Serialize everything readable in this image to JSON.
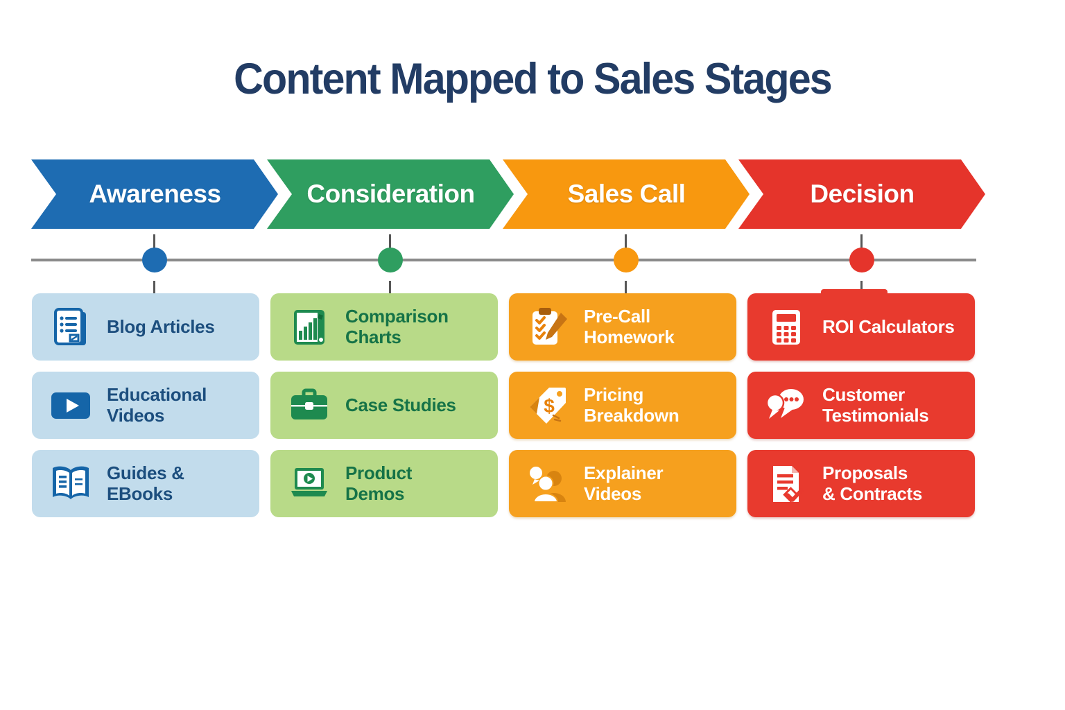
{
  "title": "Content Mapped to Sales Stages",
  "title_color": "#223c64",
  "timeline": {
    "line_color": "#6e6e6e",
    "tick_color": "#575757"
  },
  "stages": [
    {
      "label": "Awareness",
      "color": "#1e6cb2",
      "card_bg": "#c2dcec",
      "label_color": "#1c4e7e",
      "icon_color": "#1565a8",
      "cards": [
        {
          "label": "Blog Articles",
          "icon": "document-list-icon"
        },
        {
          "label": "Educational\nVideos",
          "icon": "video-play-icon"
        },
        {
          "label": "Guides &\nEBooks",
          "icon": "open-book-icon"
        }
      ]
    },
    {
      "label": "Consideration",
      "color": "#2f9e60",
      "card_bg": "#b8da88",
      "label_color": "#157347",
      "icon_color": "#1e8a4f",
      "cards": [
        {
          "label": "Comparison\nCharts",
          "icon": "bar-chart-icon"
        },
        {
          "label": "Case Studies",
          "icon": "briefcase-icon"
        },
        {
          "label": "Product\nDemos",
          "icon": "laptop-play-icon"
        }
      ]
    },
    {
      "label": "Sales Call",
      "color": "#f8980f",
      "card_bg": "#f6a01e",
      "label_color": "#ffffff",
      "icon_color": "#ffffff",
      "cards": [
        {
          "label": "Pre-Call\nHomework",
          "icon": "clipboard-checklist-icon"
        },
        {
          "label": "Pricing\nBreakdown",
          "icon": "price-tag-icon"
        },
        {
          "label": "Explainer\nVideos",
          "icon": "people-speech-icon"
        }
      ]
    },
    {
      "label": "Decision",
      "color": "#e5342b",
      "card_bg": "#e83a2e",
      "label_color": "#ffffff",
      "icon_color": "#ffffff",
      "cards": [
        {
          "label": "ROI Calculators",
          "icon": "calculator-icon"
        },
        {
          "label": "Customer\nTestimonials",
          "icon": "chat-bubbles-icon"
        },
        {
          "label": "Proposals\n& Contracts",
          "icon": "document-check-icon"
        }
      ]
    }
  ]
}
